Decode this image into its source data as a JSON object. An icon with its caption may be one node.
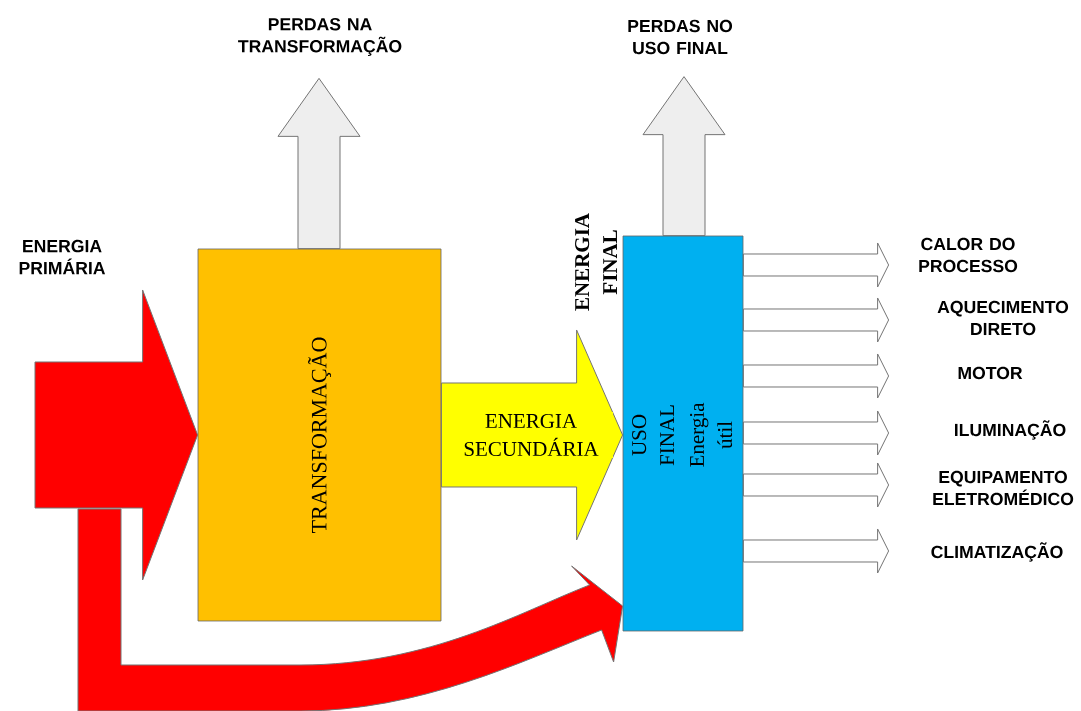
{
  "diagram": {
    "nodes": [
      {
        "text": [
          "TRANSFORMAÇÃO"
        ]
      },
      {
        "text": [
          "ENERGIA FINAL",
          "USO FINAL",
          "Energia útil"
        ]
      },
      {
        "text": [
          "PERDAS NA TRANSFORMAÇÃO"
        ]
      },
      {
        "text": [
          "PERDAS NO USO FINAL"
        ]
      },
      {
        "text": [
          "CALOR DO PROCESSO"
        ]
      },
      {
        "text": [
          "AQUECIMENTO DIRETO"
        ]
      },
      {
        "text": [
          "MOTOR"
        ]
      },
      {
        "text": [
          "ILUMINAÇÃO"
        ]
      },
      {
        "text": [
          "EQUIPAMENTO ELETROMÉDICO"
        ]
      },
      {
        "text": [
          "CLIMATIZAÇÃO"
        ]
      }
    ],
    "edges": [
      {
        "from": null,
        "to": 0,
        "arrow": "to",
        "color": "#ff0000"
      },
      {
        "from": null,
        "to": 1,
        "arrow": "to",
        "color": "#ff0000"
      },
      {
        "from": 0,
        "to": 1,
        "arrow": "to",
        "label": "ENERGIA SECUNDÁRIA",
        "color": "#ffff00"
      },
      {
        "from": 0,
        "to": 2,
        "arrow": "to",
        "color": "#eeeeee"
      },
      {
        "from": 1,
        "to": 3,
        "arrow": "to",
        "color": "#eeeeee"
      },
      {
        "from": 1,
        "to": 4,
        "arrow": "to"
      },
      {
        "from": 1,
        "to": 5,
        "arrow": "to"
      },
      {
        "from": 1,
        "to": 6,
        "arrow": "to"
      },
      {
        "from": 1,
        "to": 7,
        "arrow": "to"
      },
      {
        "from": 1,
        "to": 8,
        "arrow": "to"
      },
      {
        "from": 1,
        "to": 9,
        "arrow": "to"
      }
    ],
    "labels": [
      "ENERGIA PRIMÁRIA"
    ]
  }
}
